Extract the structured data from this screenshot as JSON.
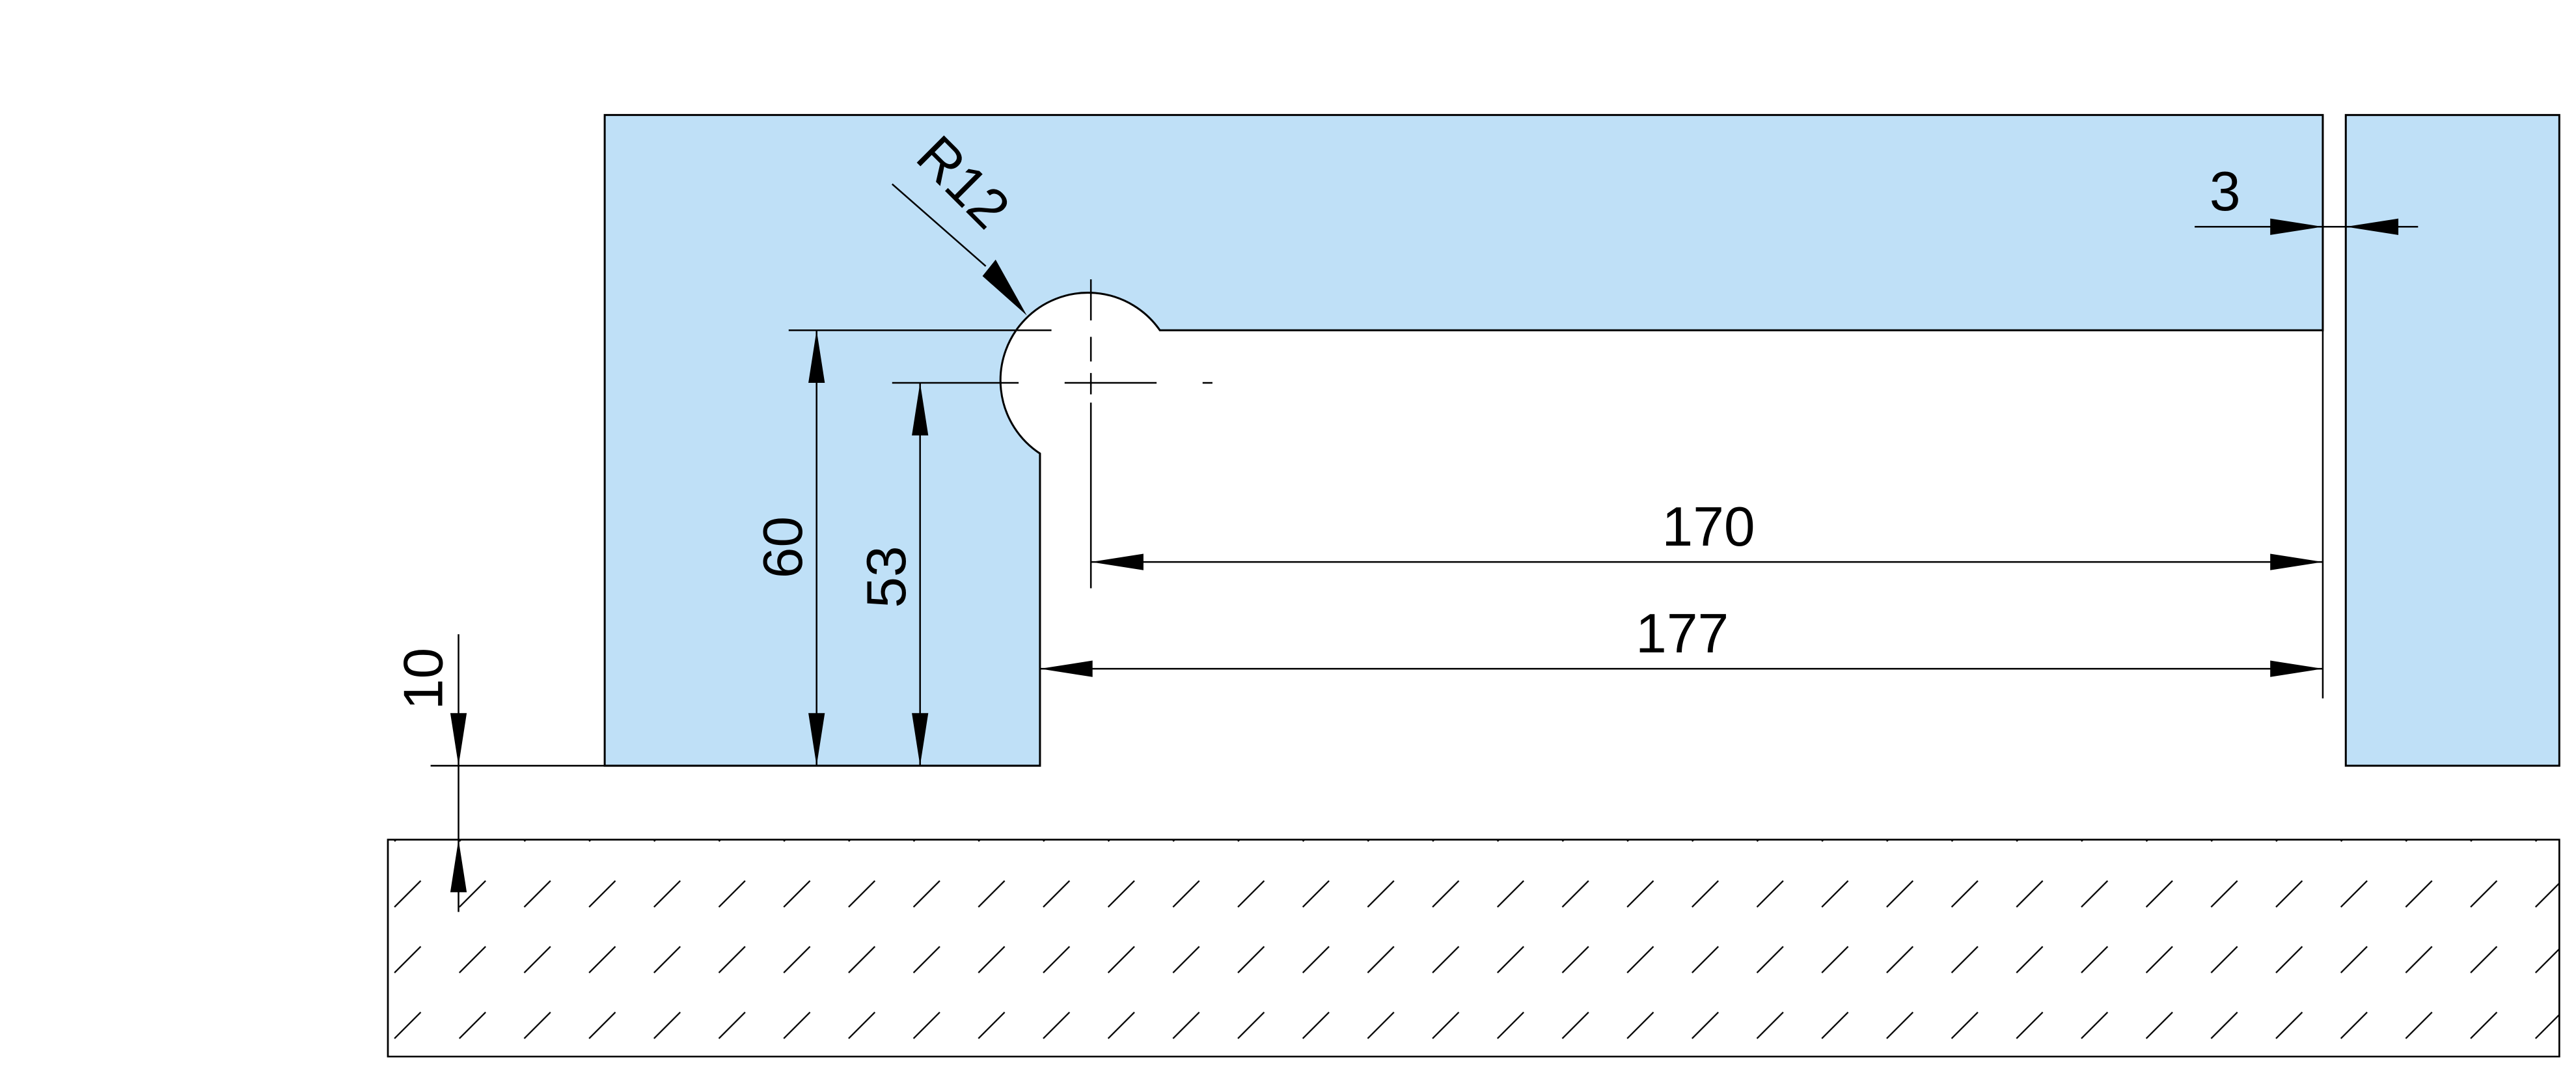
{
  "colors": {
    "profile": "#bfe0f7",
    "floor": "#f4f4f4",
    "line": "#000000"
  },
  "dimensions": {
    "radius": "R12",
    "gap": "3",
    "inner_width": "170",
    "outer_width": "177",
    "height_total": "60",
    "height_center": "53",
    "floor_gap": "10"
  }
}
